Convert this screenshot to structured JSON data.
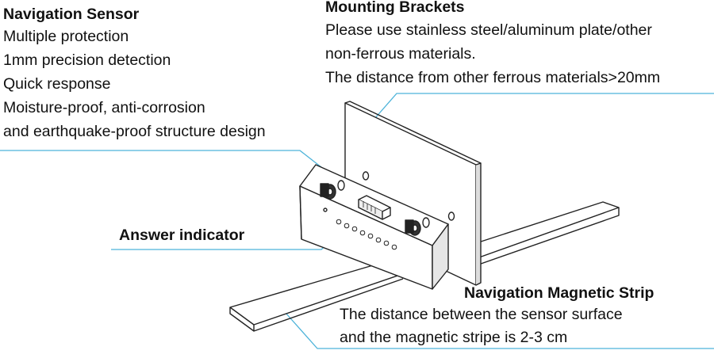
{
  "sensor": {
    "title": "Navigation Sensor",
    "lines": [
      "Multiple protection",
      "1mm precision detection",
      "Quick response",
      "Moisture-proof, anti-corrosion",
      "and earthquake-proof structure design"
    ]
  },
  "brackets": {
    "title": "Mounting Brackets",
    "lines": [
      "Please use stainless steel/aluminum plate/other",
      "non-ferrous materials.",
      "The distance from other ferrous materials>20mm"
    ]
  },
  "indicator": {
    "title": "Answer indicator"
  },
  "strip": {
    "title": "Navigation Magnetic Strip",
    "lines": [
      "The distance between the sensor surface",
      "and the magnetic stripe is 2-3 cm"
    ]
  },
  "colors": {
    "leader_line": "#4db3d9",
    "outline": "#222222"
  }
}
